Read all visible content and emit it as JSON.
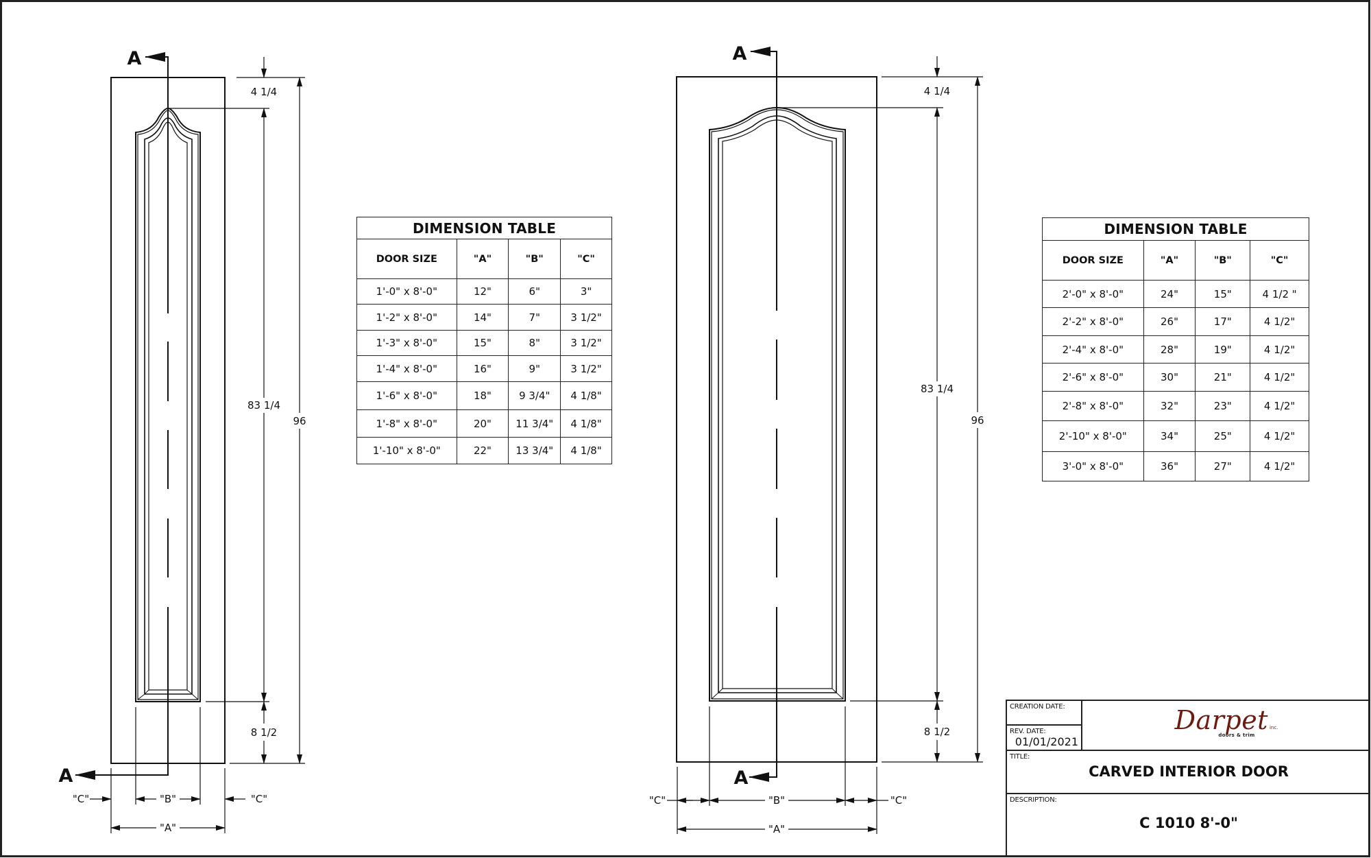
{
  "section_marker": "A",
  "colors": {
    "ink": "#111111",
    "logo": "#6e1a10",
    "paper": "#ffffff"
  },
  "left_door": {
    "dims": {
      "top_rail": "4 1/4",
      "panel_height": "83 1/4",
      "bottom_rail": "8 1/2",
      "overall_height": "96",
      "width_a": "\"A\"",
      "width_b": "\"B\"",
      "stile_c_left": "\"C\"",
      "stile_c_right": "\"C\""
    }
  },
  "right_door": {
    "dims": {
      "top_rail": "4 1/4",
      "panel_height": "83 1/4",
      "bottom_rail": "8 1/2",
      "overall_height": "96",
      "width_a": "\"A\"",
      "width_b": "\"B\"",
      "stile_c_left": "\"C\"",
      "stile_c_right": "\"C\""
    }
  },
  "table_left": {
    "title": "DIMENSION TABLE",
    "headers": [
      "DOOR SIZE",
      "\"A\"",
      "\"B\"",
      "\"C\""
    ],
    "rows": [
      [
        "1'-0\" x 8'-0\"",
        "12\"",
        "6\"",
        "3\""
      ],
      [
        "1'-2\" x 8'-0\"",
        "14\"",
        "7\"",
        "3 1/2\""
      ],
      [
        "1'-3\" x 8'-0\"",
        "15\"",
        "8\"",
        "3 1/2\""
      ],
      [
        "1'-4\" x 8'-0\"",
        "16\"",
        "9\"",
        "3 1/2\""
      ],
      [
        "1'-6\" x 8'-0\"",
        "18\"",
        "9 3/4\"",
        "4 1/8\""
      ],
      [
        "1'-8\" x 8'-0\"",
        "20\"",
        "11 3/4\"",
        "4 1/8\""
      ],
      [
        "1'-10\" x 8'-0\"",
        "22\"",
        "13 3/4\"",
        "4 1/8\""
      ]
    ]
  },
  "table_right": {
    "title": "DIMENSION TABLE",
    "headers": [
      "DOOR SIZE",
      "\"A\"",
      "\"B\"",
      "\"C\""
    ],
    "rows": [
      [
        "2'-0\" x 8'-0\"",
        "24\"",
        "15\"",
        "4 1/2 \""
      ],
      [
        "2'-2\" x 8'-0\"",
        "26\"",
        "17\"",
        "4 1/2\""
      ],
      [
        "2'-4\" x 8'-0\"",
        "28\"",
        "19\"",
        "4 1/2\""
      ],
      [
        "2'-6\" x 8'-0\"",
        "30\"",
        "21\"",
        "4 1/2\""
      ],
      [
        "2'-8\" x 8'-0\"",
        "32\"",
        "23\"",
        "4 1/2\""
      ],
      [
        "2'-10\" x 8'-0\"",
        "34\"",
        "25\"",
        "4 1/2\""
      ],
      [
        "3'-0\" x 8'-0\"",
        "36\"",
        "27\"",
        "4 1/2\""
      ]
    ]
  },
  "title_block": {
    "creation_date_label": "CREATION DATE:",
    "creation_date_value": "",
    "rev_date_label": "REV. DATE:",
    "rev_date_value": "01/01/2021",
    "logo_text": "Darpet",
    "logo_inc": "inc.",
    "logo_tagline": "doors & trim",
    "title_label": "TITLE:",
    "title_value": "CARVED INTERIOR DOOR",
    "description_label": "DESCRIPTION:",
    "description_value": "C 1010 8'-0\""
  }
}
